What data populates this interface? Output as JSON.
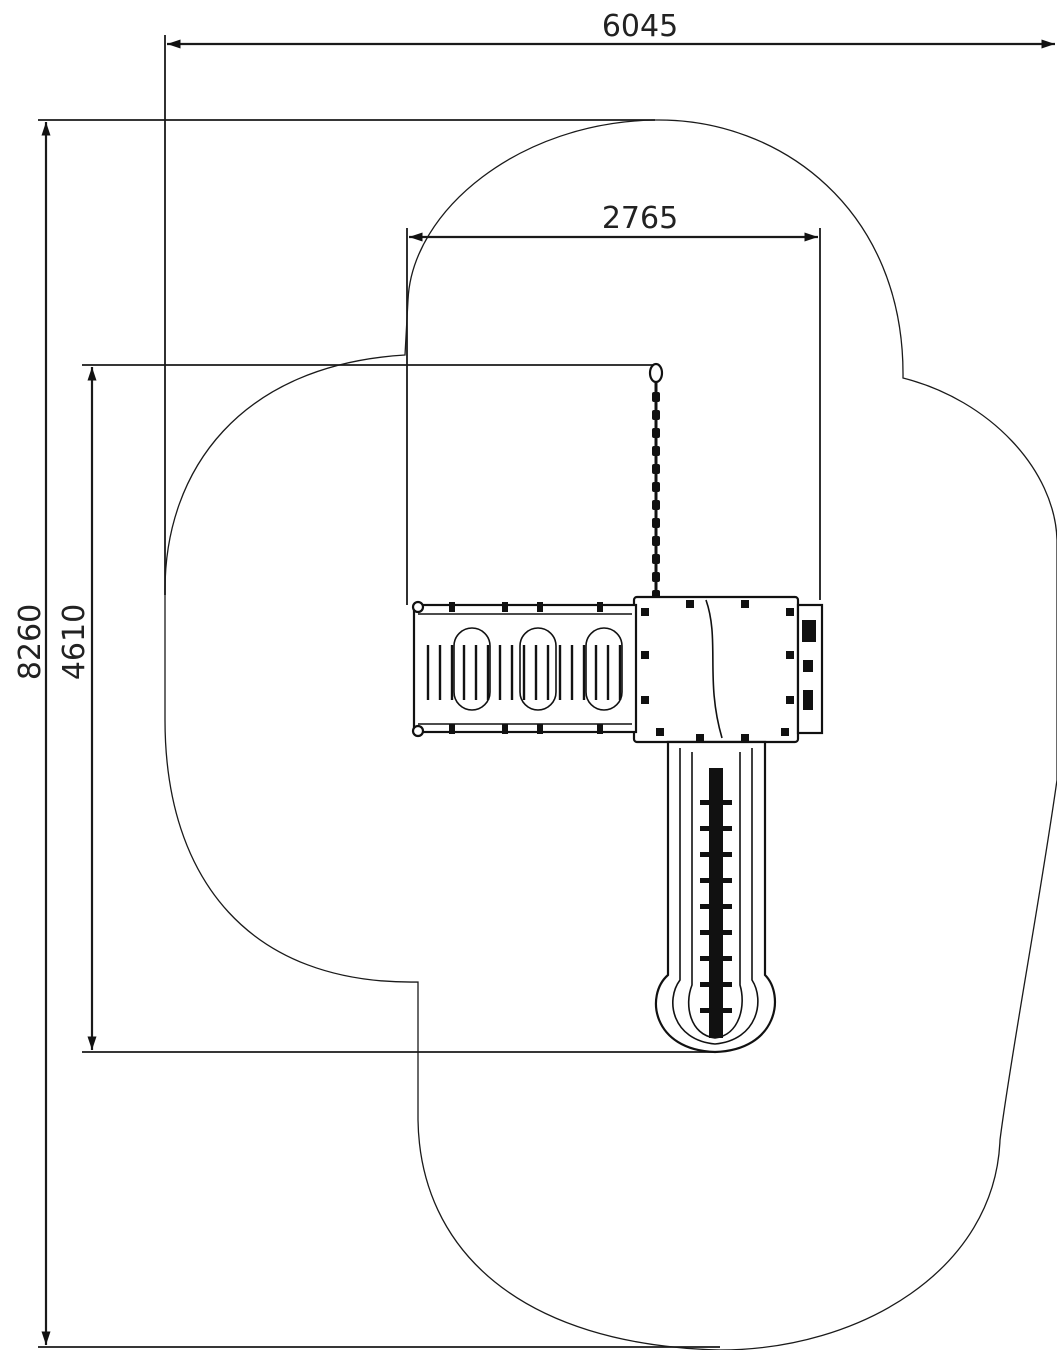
{
  "dimensions": {
    "overall_width": "6045",
    "overall_depth": "8260",
    "equipment_width": "2765",
    "equipment_depth": "4610"
  }
}
